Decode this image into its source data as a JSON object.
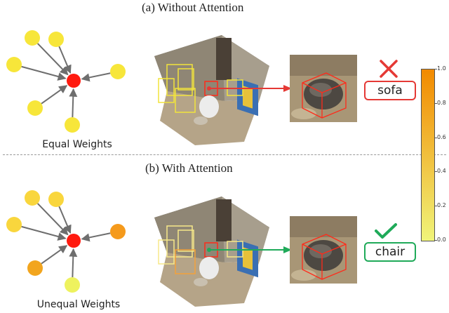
{
  "top": {
    "title": "(a)  Without Attention",
    "weights_label": "Equal Weights",
    "prediction": "sofa",
    "prediction_color": "#e53935",
    "neighbor_colors": [
      "#f7e63a",
      "#f7e63a",
      "#f7e63a",
      "#f7e63a",
      "#f7e63a",
      "#f7e63a"
    ]
  },
  "bottom": {
    "title": "(b)   With Attention",
    "weights_label": "Unequal Weights",
    "prediction": "chair",
    "prediction_color": "#1faa59",
    "neighbor_colors": [
      "#f9d63d",
      "#f9d63d",
      "#f9d63d",
      "#f59a1c",
      "#f2a51e",
      "#eef25e"
    ]
  },
  "center_color": "#ff1a0f",
  "edge_color": "#6e6e6e",
  "colorbar": {
    "ticks": [
      "1.0",
      "0.8",
      "0.6",
      "0.4",
      "0.2",
      "0.0"
    ],
    "color_top": "#f28a00",
    "color_bottom": "#f0f47a"
  }
}
